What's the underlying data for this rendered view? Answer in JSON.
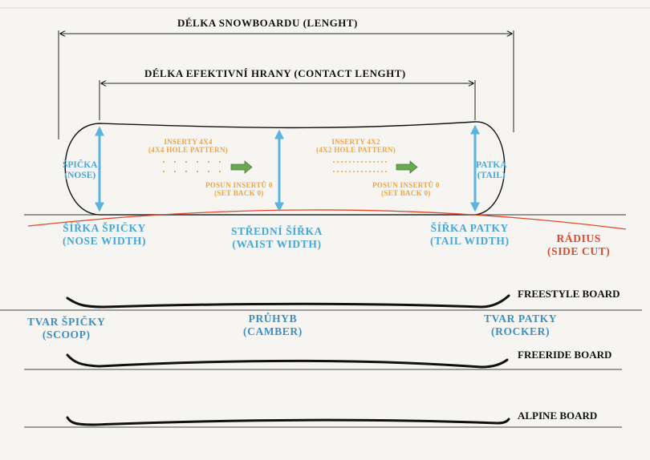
{
  "labels": {
    "board_length": "DÉLKA SNOWBOARDU (LENGHT)",
    "contact_length": "DÉLKA EFEKTIVNÍ HRANY (CONTACT LENGHT)",
    "nose_l1": "ŠPIČKA",
    "nose_l2": "(NOSE)",
    "tail_l1": "PATKA",
    "tail_l2": "(TAIL)",
    "inserts_4x4_l1": "INSERTY 4X4",
    "inserts_4x4_l2": "(4X4 HOLE PATTERN)",
    "inserts_4x2_l1": "INSERTY 4X2",
    "inserts_4x2_l2": "(4X2 HOLE PATTERN)",
    "setback_l1": "POSUN INSERTŮ 0",
    "setback_l2": "(SET BACK 0)",
    "nose_width_l1": "ŠÍŘKA ŠPIČKY",
    "nose_width_l2": "(NOSE WIDTH)",
    "waist_width_l1": "STŘEDNÍ ŠÍŘKA",
    "waist_width_l2": "(WAIST WIDTH)",
    "tail_width_l1": "ŠÍŘKA PATKY",
    "tail_width_l2": "(TAIL WIDTH)",
    "radius_l1": "RÁDIUS",
    "radius_l2": "(SIDE CUT)",
    "scoop_l1": "TVAR ŠPIČKY",
    "scoop_l2": "(SCOOP)",
    "camber_l1": "PRŮHYB",
    "camber_l2": "(CAMBER)",
    "rocker_l1": "TVAR PATKY",
    "rocker_l2": "(ROCKER)",
    "freestyle": "FREESTYLE BOARD",
    "freeride": "FREERIDE BOARD",
    "alpine": "ALPINE BOARD"
  },
  "colors": {
    "ink": "#111111",
    "measure_blue": "#5bb3e0",
    "label_blue": "#4aa6d6",
    "radius_red": "#e0462a",
    "insert_orange": "#eea340",
    "arrow_green": "#6aa84f"
  }
}
